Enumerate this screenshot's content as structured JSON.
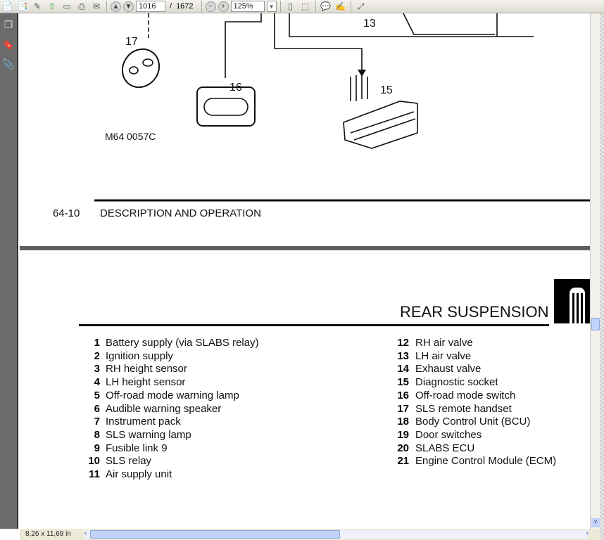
{
  "toolbar": {
    "page_current": "1016",
    "page_sep": "/",
    "page_total": "1672",
    "zoom": "125%"
  },
  "diagram": {
    "labels": [
      "17",
      "16",
      "15",
      "13"
    ],
    "figure_id": "M64 0057C"
  },
  "page_footer": {
    "page_number": "64-10",
    "section": "DESCRIPTION AND OPERATION"
  },
  "section_title": "REAR SUSPENSION",
  "legend_left": [
    {
      "n": "1",
      "text": "Battery supply (via SLABS relay)"
    },
    {
      "n": "2",
      "text": "Ignition supply"
    },
    {
      "n": "3",
      "text": "RH height sensor"
    },
    {
      "n": "4",
      "text": "LH height sensor"
    },
    {
      "n": "5",
      "text": "Off-road mode warning lamp"
    },
    {
      "n": "6",
      "text": "Audible warning speaker"
    },
    {
      "n": "7",
      "text": "Instrument pack"
    },
    {
      "n": "8",
      "text": "SLS warning lamp"
    },
    {
      "n": "9",
      "text": "Fusible link 9"
    },
    {
      "n": "10",
      "text": "SLS relay"
    },
    {
      "n": "11",
      "text": "Air supply unit"
    }
  ],
  "legend_right": [
    {
      "n": "12",
      "text": "RH air valve"
    },
    {
      "n": "13",
      "text": "LH air valve"
    },
    {
      "n": "14",
      "text": "Exhaust valve"
    },
    {
      "n": "15",
      "text": "Diagnostic socket"
    },
    {
      "n": "16",
      "text": "Off-road mode switch"
    },
    {
      "n": "17",
      "text": "SLS remote handset"
    },
    {
      "n": "18",
      "text": "Body Control Unit (BCU)"
    },
    {
      "n": "19",
      "text": "Door switches"
    },
    {
      "n": "20",
      "text": "SLABS ECU"
    },
    {
      "n": "21",
      "text": "Engine Control Module (ECM)"
    }
  ],
  "status": {
    "page_size": "8,26 x 11,69 in"
  }
}
